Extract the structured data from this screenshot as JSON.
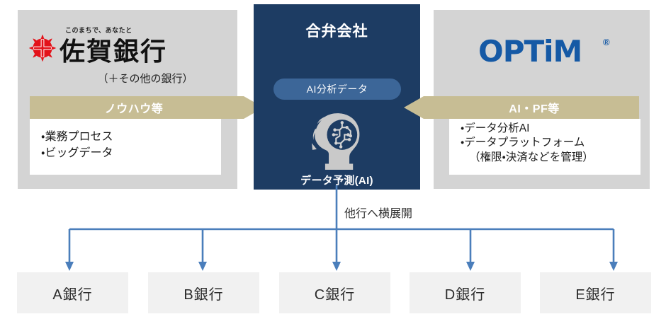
{
  "diagram": {
    "title_center": "合弁会社",
    "center_pill_label": "AI分析データ",
    "center_icon_caption": "データ予測(AI)",
    "spread_label": "他行へ横展開"
  },
  "left_party": {
    "logo_tagline": "このまちで、あなたと",
    "logo_name": "佐賀銀行",
    "subtitle": "（＋その他の銀行）",
    "band_label": "ノウハウ等",
    "contributions": [
      "・業務プロセス",
      "・ビッグデータ"
    ]
  },
  "right_party": {
    "logo_name": "OPTiM",
    "logo_registered_mark": "®",
    "band_label": "AI・PF等",
    "contributions": [
      "・データ分析AI",
      "・データプラットフォーム"
    ],
    "contribution_note": "（権限・決済などを管理）"
  },
  "banks": [
    {
      "label": "A銀行"
    },
    {
      "label": "B銀行"
    },
    {
      "label": "C銀行"
    },
    {
      "label": "D銀行"
    },
    {
      "label": "E銀行"
    }
  ],
  "colors": {
    "panel_gray": "#d4d4d4",
    "center_navy": "#1d3c63",
    "pill_blue": "#3c6698",
    "band_tan": "#c7bd94",
    "arrow_blue": "#4a7ebb",
    "bank_box_gray": "#f1f1f1",
    "saga_red": "#e3121a",
    "optim_blue": "#1559a5",
    "head_gray": "#c9c9c9"
  }
}
